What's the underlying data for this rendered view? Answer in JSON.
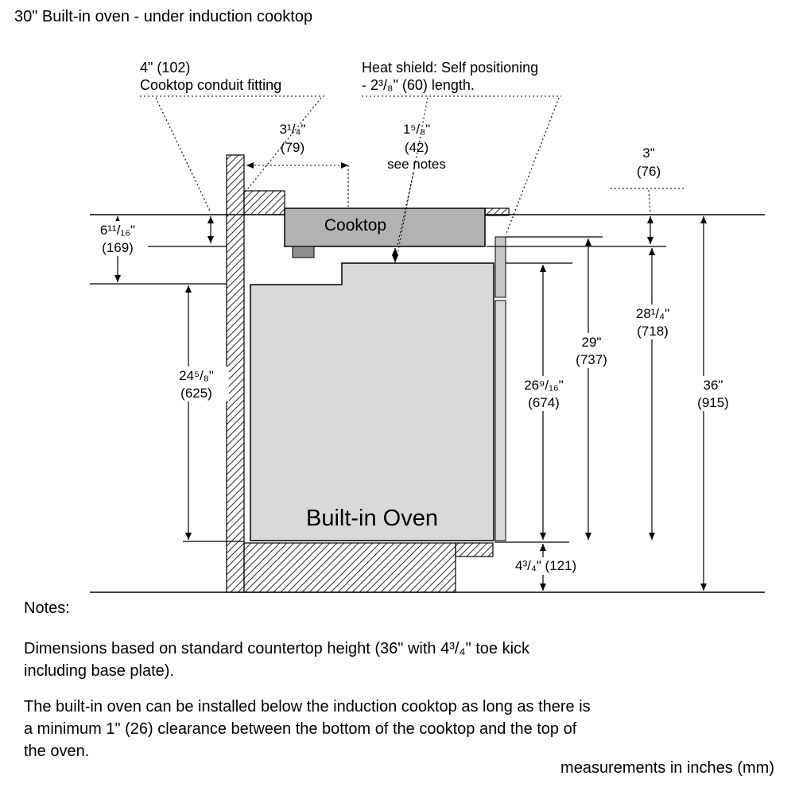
{
  "title": "30\" Built-in oven - under induction cooktop",
  "diagram": {
    "cooktop_label": "Cooktop",
    "oven_label": "Built-in Oven",
    "callouts": {
      "conduit": {
        "line1": "4\" (102)",
        "line2": "Cooktop conduit fitting"
      },
      "heat_shield": {
        "line1": "Heat shield: Self positioning",
        "line2": "- 2³/₈\" (60) length."
      }
    },
    "dimensions": {
      "wall_to_fitting": {
        "inches": "3¹/₄\"",
        "mm": "(79)"
      },
      "cooktop_oven_gap": {
        "inches": "1⁵/₈\"",
        "mm": "(42)",
        "note": "see notes"
      },
      "counter_overhang": {
        "inches": "3\"",
        "mm": "(76)"
      },
      "counter_to_cutout": {
        "inches": "6¹¹/₁₆\"",
        "mm": "(169)"
      },
      "cutout_height": {
        "inches": "24⁵/₈\"",
        "mm": "(625)"
      },
      "oven_front_height": {
        "inches": "26⁹/₁₆\"",
        "mm": "(674)"
      },
      "niche_height": {
        "inches": "29\"",
        "mm": "(737)"
      },
      "min_install_height": {
        "inches": "28¹/₄\"",
        "mm": "(718)"
      },
      "countertop_height": {
        "inches": "36\"",
        "mm": "(915)"
      },
      "toe_kick": {
        "label": "4³/₄\" (121)"
      }
    }
  },
  "notes": {
    "heading": "Notes:",
    "paragraph1": [
      "Dimensions based on standard countertop height (36\" with 4³/₄\" toe kick",
      "including base plate)."
    ],
    "paragraph2": [
      "The built-in oven can be installed below the induction cooktop as long as there is",
      "a minimum 1\" (26) clearance between the bottom of the cooktop and the top of",
      "the oven."
    ]
  },
  "footer": "measurements in inches (mm)"
}
